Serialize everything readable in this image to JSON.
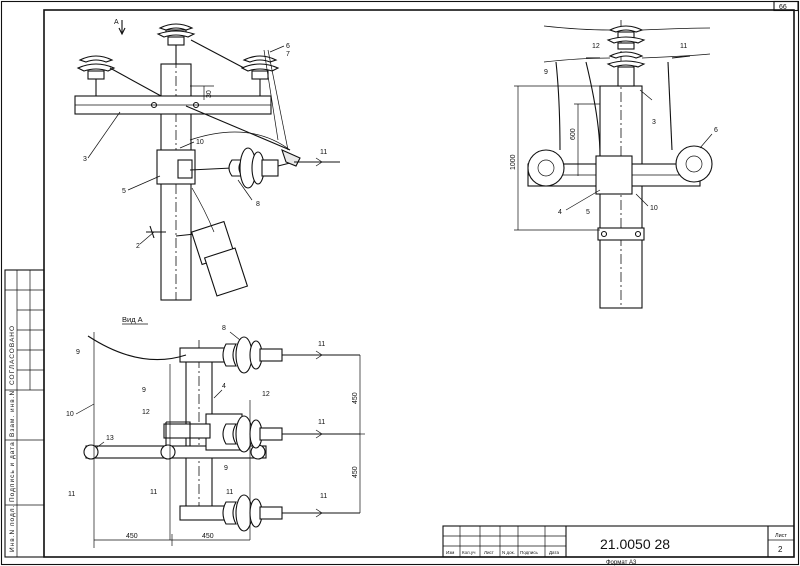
{
  "sheet_number": "66",
  "drawing_code": "21.0050 28",
  "format_label": "Формат А3",
  "sheet_label": "Лист",
  "sheet_value": "2",
  "title_block_headers": [
    "Изм",
    "Кол.уч",
    "Лист",
    "N док.",
    "Подпись",
    "Дата"
  ],
  "side_stamp": {
    "approved": "СОГЛАСОВАНО",
    "field_replace": "Взам. инв.N",
    "field_sign_date": "Подпись и дата",
    "field_inv": "Инв.N подл."
  },
  "views": {
    "view_a_title": "Вид А",
    "arrow_label": "А"
  },
  "dimensions": {
    "d30": "30",
    "d600": "600",
    "d1000": "1000",
    "d450_v1": "450",
    "d450_v2": "450",
    "d450_h1": "450",
    "d450_h2": "450"
  },
  "callouts": {
    "c2": "2",
    "c3": "3",
    "c4": "4",
    "c5": "5",
    "c6": "6",
    "c7": "7",
    "c8": "8",
    "c9": "9",
    "c10": "10",
    "c11": "11",
    "c12": "12",
    "c13": "13"
  }
}
